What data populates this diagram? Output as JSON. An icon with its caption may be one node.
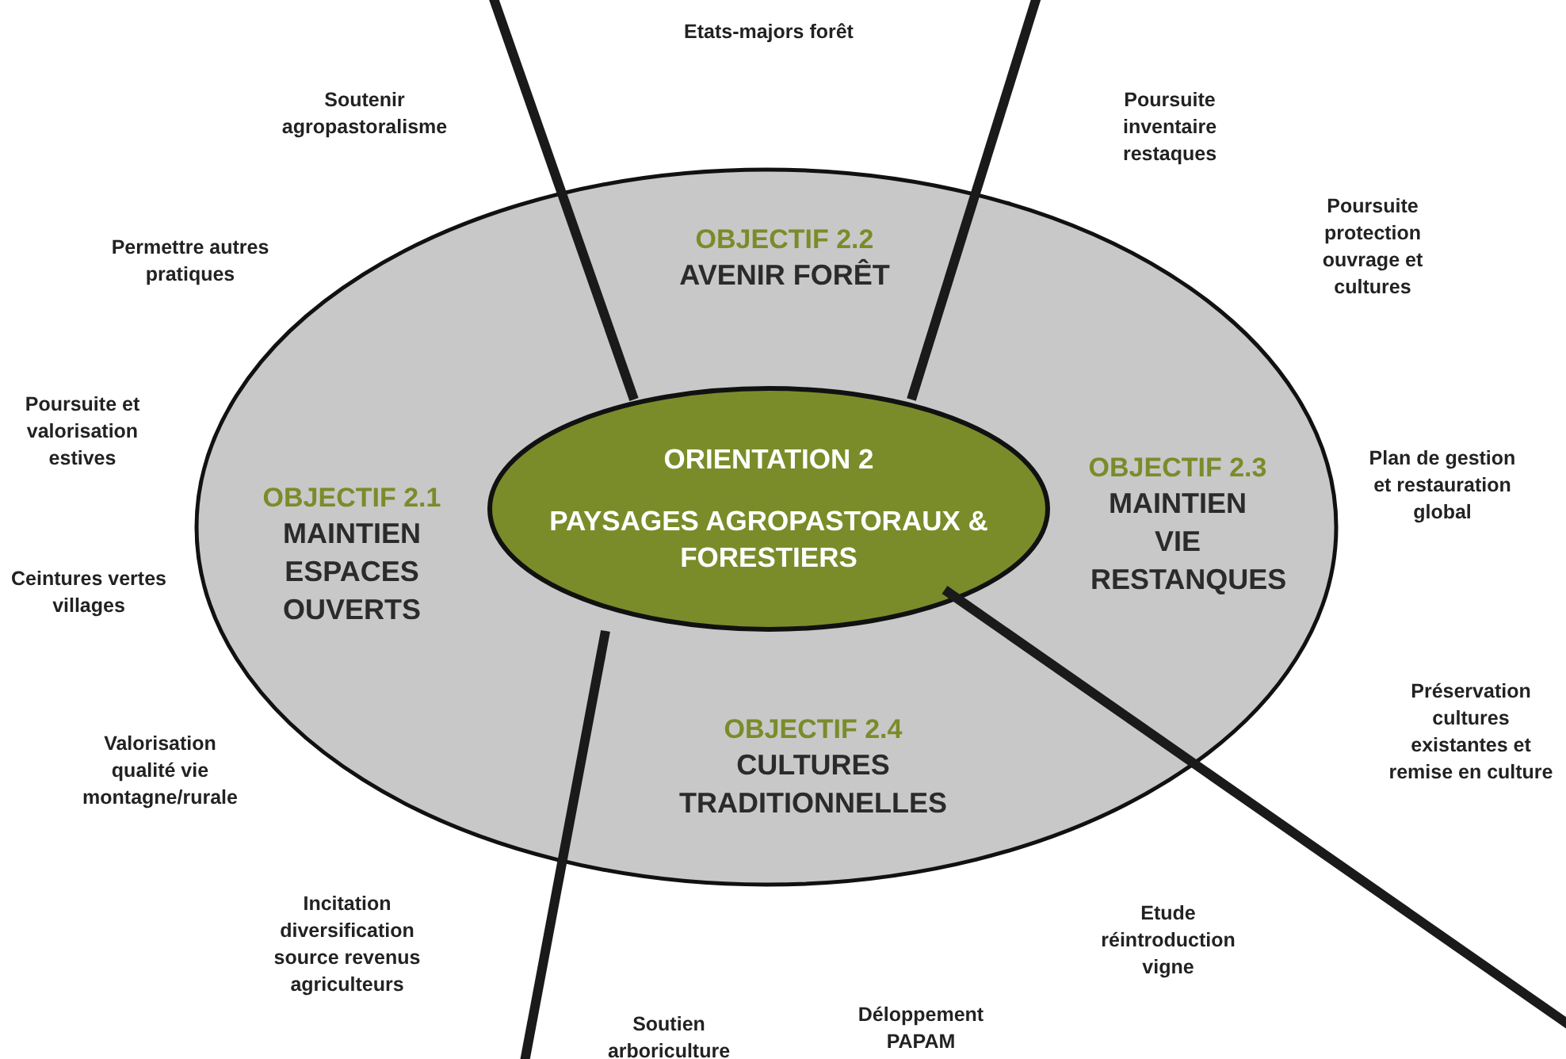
{
  "diagram": {
    "nodes": [
      {
        "text": [],
        "shape": "ellipse"
      },
      {
        "text": [
          "ORIENTATION 2",
          "PAYSAGES AGROPASTORAUX & FORESTIERS"
        ],
        "in": 0
      },
      {
        "text": [
          "OBJECTIF 2.2",
          "AVENIR FORÊT"
        ],
        "in": 0
      },
      {
        "text": [
          "OBJECTIF 2.1",
          "MAINTIEN ESPACES OUVERTS"
        ],
        "in": 0
      },
      {
        "text": [
          "OBJECTIF 2.3",
          "MAINTIEN VIE RESTANQUES"
        ],
        "in": 0
      },
      {
        "text": [
          "OBJECTIF 2.4",
          "CULTURES TRADITIONNELLES"
        ],
        "in": 0
      }
    ],
    "labels": [
      "Etats-majors forêt",
      "Soutenir agropastoralisme",
      "Poursuite inventaire restaques",
      "Poursuite protection ouvrage et cultures",
      "Permettre autres pratiques",
      "Poursuite et valorisation estives",
      "Plan de gestion et restauration global",
      "Ceintures vertes villages",
      "Préservation cultures existantes et remise en culture",
      "Valorisation qualité vie montagne/rurale",
      "Incitation diversification source revenus agriculteurs",
      "Etude réintroduction vigne",
      "Déloppement PAPAM",
      "Soutien arboriculture"
    ]
  }
}
